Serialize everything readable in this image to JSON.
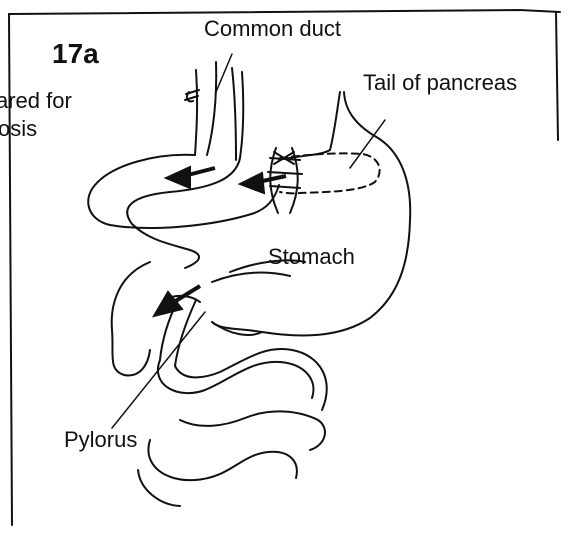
{
  "figure": {
    "number": "17a",
    "labels": {
      "common_duct": "Common duct",
      "tail_of_pancreas": "Tail of pancreas",
      "stomach": "Stomach",
      "pylorus": "Pylorus",
      "prepared_for_line1": "ared for",
      "prepared_for_line2": "osis"
    },
    "colors": {
      "ink": "#111111",
      "background": "#ffffff"
    }
  }
}
